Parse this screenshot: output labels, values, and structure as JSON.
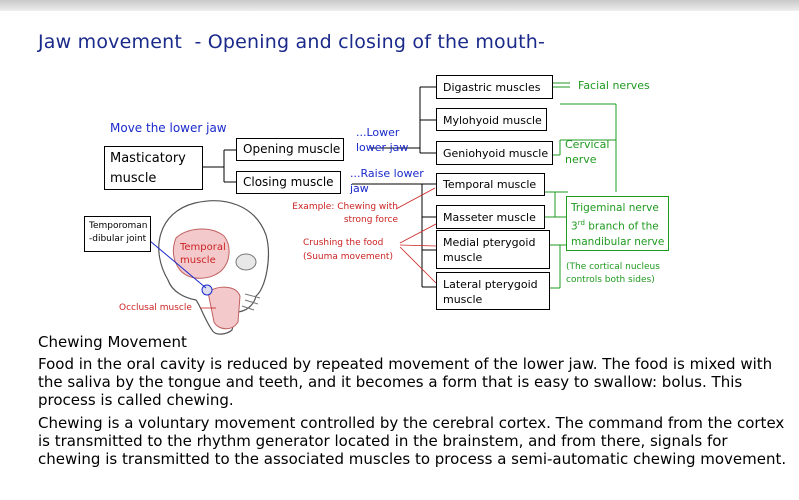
{
  "title": "Jaw movement  - Opening and closing of the mouth-",
  "diagram": {
    "move_lower_jaw": "Move the lower jaw",
    "masticatory_muscle": "Masticatory muscle",
    "opening_muscle": "Opening muscle",
    "closing_muscle": "Closing muscle",
    "lower_jaw_note": "...Lower lower jaw",
    "raise_jaw_note": "...Raise lower jaw",
    "digastric": "Digastric muscles",
    "mylohyoid": "Mylohyoid muscle",
    "geniohyoid": "Geniohyoid muscle",
    "temporal": "Temporal muscle",
    "masseter": "Masseter muscle",
    "medial_pterygoid": "Medial pterygoid muscle",
    "lateral_pterygoid": "Lateral pterygoid muscle",
    "facial_nerves": "Facial nerves",
    "cervical_nerve": "Cervical nerve",
    "trigeminal_line1": "Trigeminal nerve",
    "trigeminal_line2_num": "3",
    "trigeminal_line2_sup": "rd",
    "trigeminal_line2_rest": " branch of the",
    "trigeminal_line3": "mandibular nerve",
    "cortical_note": "(The cortical nucleus controls both sides)",
    "example_chewing": "Example: Chewing with strong force",
    "crushing_food": "Crushing the food (Suuma movement)",
    "tmj_label": "Temporoman -dibular joint",
    "temporal_head_label": "Temporal muscle",
    "occlusal_label": "Occlusal muscle"
  },
  "chewing": {
    "heading": "Chewing Movement",
    "paragraph1": " Food in the oral cavity is reduced by repeated movement of the lower jaw. The food is mixed with the saliva by the tongue and teeth, and it becomes a form that is easy to swallow: bolus. This process is called chewing.",
    "paragraph2": " Chewing is a voluntary movement controlled by the cerebral cortex. The command from the cortex is transmitted to the rhythm generator located in the brainstem, and from there, signals for chewing is transmitted to the associated muscles to process a semi-automatic chewing movement."
  },
  "colors": {
    "title_blue": "#1a2a8a",
    "note_blue": "#1a2acc",
    "nerve_green": "#1f9a1f",
    "note_red": "#cc2222",
    "muscle_pink": "#f3c9cc"
  },
  "icons": [
    "skull-illustration"
  ]
}
